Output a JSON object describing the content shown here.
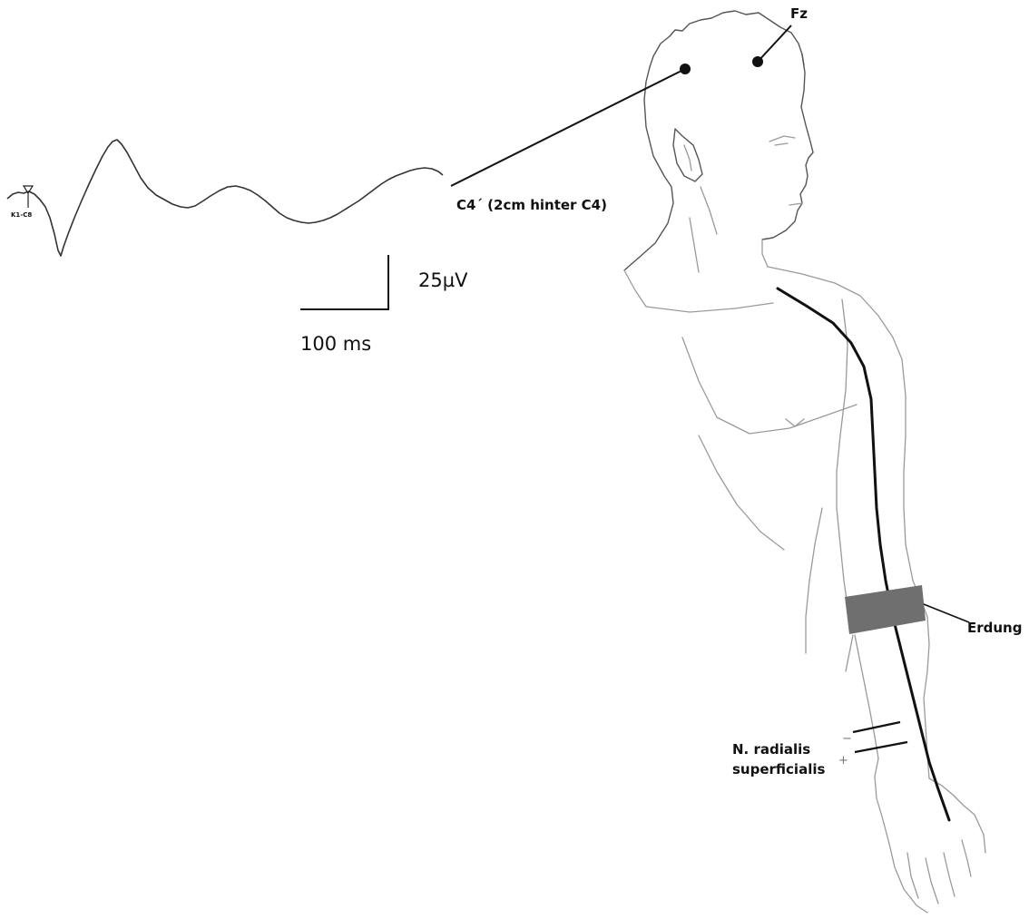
{
  "labels": {
    "fz": "Fz",
    "c4_prime": "C4´ (2cm hinter C4)",
    "erdung": "Erdung",
    "nerve_line1": "N. radialis",
    "nerve_line2": "superficialis",
    "trace_marker": "K1-C8",
    "polarity_minus": "−",
    "polarity_plus": "+"
  },
  "scale_bar": {
    "amplitude_label": "25µV",
    "time_label": "100 ms"
  },
  "colors": {
    "ink": "#111111",
    "ground_band": "#6f6f6f",
    "figure_outline": "#9a9a9a"
  }
}
